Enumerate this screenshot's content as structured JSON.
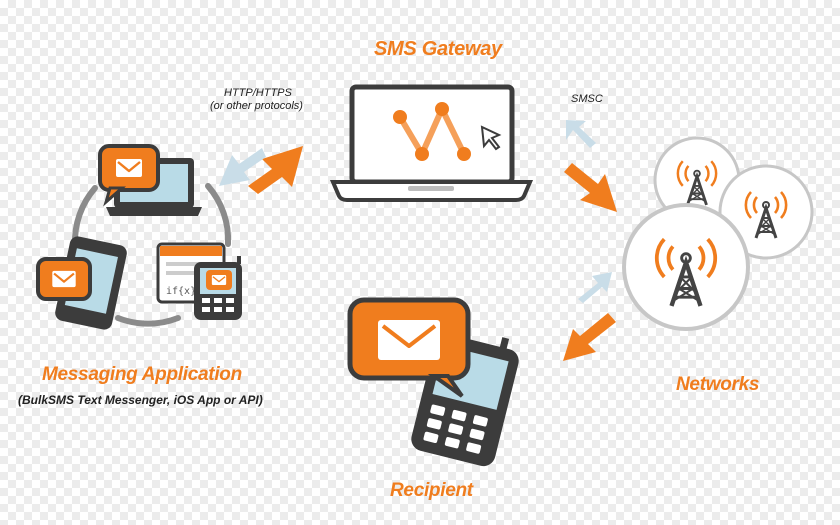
{
  "labels": {
    "gateway": "SMS Gateway",
    "protocol_line1": "HTTP/HTTPS",
    "protocol_line2": "(or other protocols)",
    "smsc": "SMSC",
    "messaging_app": "Messaging Application",
    "messaging_app_sub": "(BulkSMS Text Messenger, iOS App or API)",
    "networks": "Networks",
    "recipient": "Recipient",
    "api_code": "if{x}{"
  },
  "colors": {
    "accent": "#f07d1e",
    "accent_light": "#f5a05a",
    "arrow_pale": "#c9dde8",
    "dark": "#3c3c3c",
    "screen_blue": "#b9dbe7",
    "gray": "#8b8b8b"
  },
  "icons": [
    "laptop-icon",
    "network-tower-icon",
    "envelope-icon",
    "smartphone-icon",
    "feature-phone-icon",
    "browser-window-icon",
    "cursor-icon"
  ]
}
